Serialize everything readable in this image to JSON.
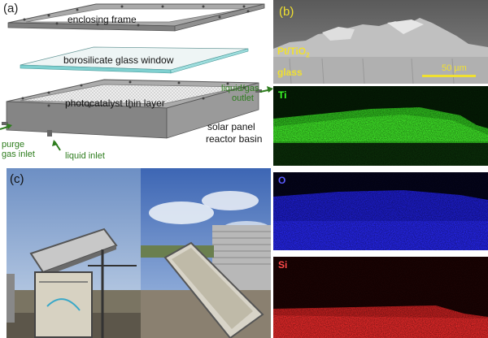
{
  "panel_a": {
    "letter": "(a)",
    "labels": {
      "enclosing_frame": "enclosing frame",
      "glass_window": "borosilicate glass window",
      "photocatalyst": "photocatalyst thin layer",
      "reactor_basin_1": "solar panel",
      "reactor_basin_2": "reactor basin",
      "outlet_1": "liquid/gas",
      "outlet_2": "outlet",
      "purge_1": "purge",
      "purge_2": "gas inlet",
      "liquid_inlet": "liquid inlet"
    }
  },
  "panel_b": {
    "letter": "(b)",
    "sem": {
      "layer_label_main": "Pt/TiO",
      "layer_label_sub": "2",
      "substrate_label": "glass",
      "scale_bar": "50 µm"
    },
    "maps": [
      {
        "element": "Ti",
        "color": "#3cff28"
      },
      {
        "element": "O",
        "color": "#2a2aff"
      },
      {
        "element": "Si",
        "color": "#ff2a2a"
      }
    ]
  },
  "panel_c": {
    "letter": "(c)"
  },
  "colors": {
    "annotation_green": "#2e7d1e",
    "sem_label_yellow": "#f0e030"
  }
}
